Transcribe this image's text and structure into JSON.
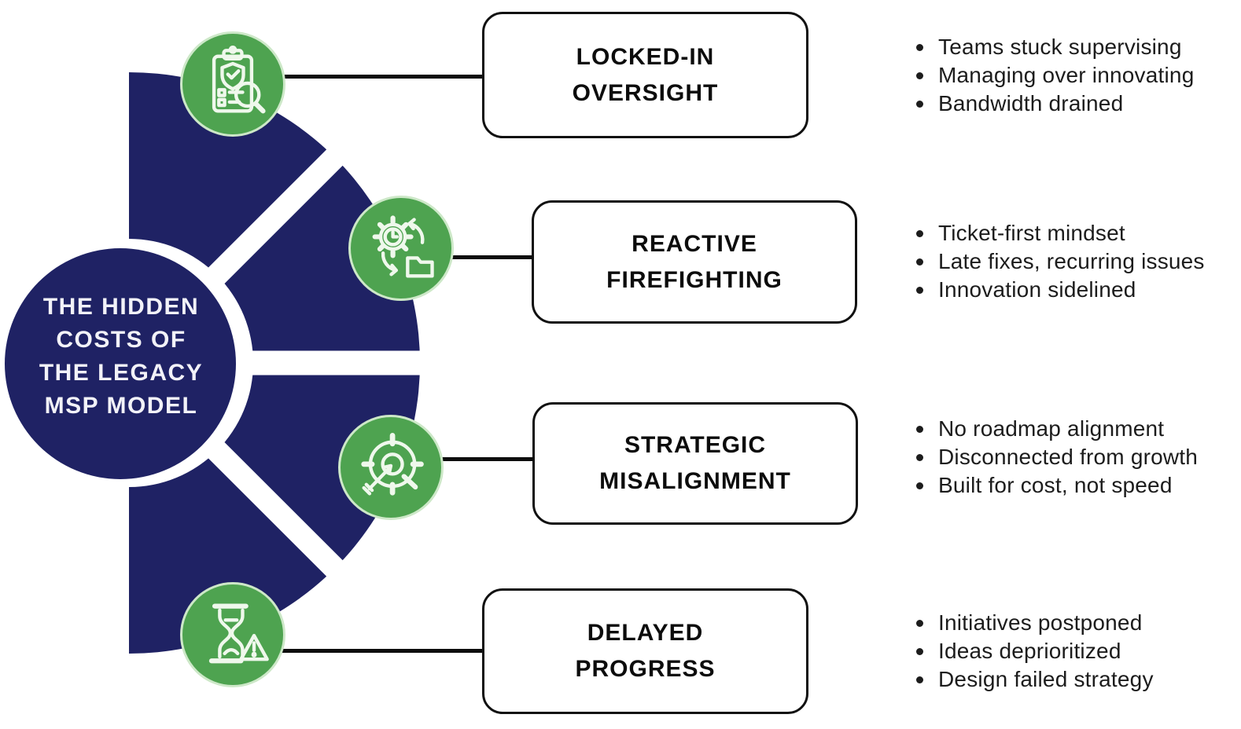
{
  "center": {
    "lines": [
      "THE HIDDEN",
      "COSTS OF",
      "THE LEGACY",
      "MSP MODEL"
    ]
  },
  "sections": [
    {
      "title_lines": [
        "LOCKED-IN",
        "OVERSIGHT"
      ],
      "icon": "clipboard-shield-magnifier-icon",
      "bullets": [
        "Teams stuck supervising",
        "Managing over innovating",
        "Bandwidth drained"
      ]
    },
    {
      "title_lines": [
        "REACTIVE",
        "FIREFIGHTING"
      ],
      "icon": "gear-clock-sync-folder-icon",
      "bullets": [
        "Ticket-first mindset",
        "Late fixes, recurring issues",
        "Innovation sidelined"
      ]
    },
    {
      "title_lines": [
        "STRATEGIC",
        "MISALIGNMENT"
      ],
      "icon": "target-arrow-icon",
      "bullets": [
        "No roadmap alignment",
        "Disconnected from growth",
        "Built for cost, not speed"
      ]
    },
    {
      "title_lines": [
        "DELAYED",
        "PROGRESS"
      ],
      "icon": "hourglass-warning-icon",
      "bullets": [
        "Initiatives postponed",
        "Ideas deprioritized",
        "Design failed strategy"
      ]
    }
  ],
  "colors": {
    "navy": "#1F2264",
    "green": "#4EA350",
    "green_ring": "#CDE8C8",
    "icon_stroke": "#EFF8EC",
    "connector_black": "#0D0D0D",
    "box_border": "#111111",
    "title_text": "#0C0C0C",
    "bullet_text": "#1C1C1C",
    "circle_text": "#F2F2F8",
    "background": "#FFFFFF"
  }
}
